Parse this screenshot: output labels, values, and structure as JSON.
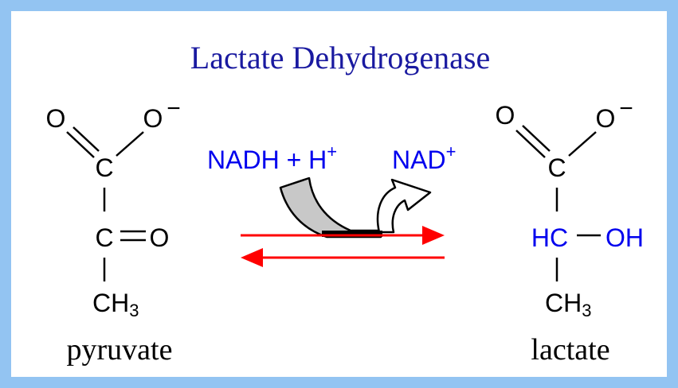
{
  "title": "Lactate Dehydrogenase",
  "colors": {
    "frame": "#93c4f2",
    "title": "#1a1aa0",
    "blue_text": "#0000ee",
    "black": "#000000",
    "arrow_red": "#ff0000",
    "curved_arrow_fill": "#c8c8c8"
  },
  "pyruvate": {
    "name": "pyruvate",
    "carbonyl_o": "O",
    "carboxylate_o": "O",
    "charge": "−",
    "carboxyl_c": "C",
    "keto_c": "C",
    "keto_o": "O",
    "methyl_main": "CH",
    "methyl_sub": "3"
  },
  "lactate": {
    "name": "lactate",
    "carbonyl_o": "O",
    "carboxylate_o": "O",
    "charge": "−",
    "carboxyl_c": "C",
    "alpha_c": "HC",
    "hydroxyl": "OH",
    "methyl_main": "CH",
    "methyl_sub": "3"
  },
  "cofactors": {
    "reactant_main": "NADH + H",
    "reactant_sup": "+",
    "product_main": "NAD",
    "product_sup": "+"
  }
}
